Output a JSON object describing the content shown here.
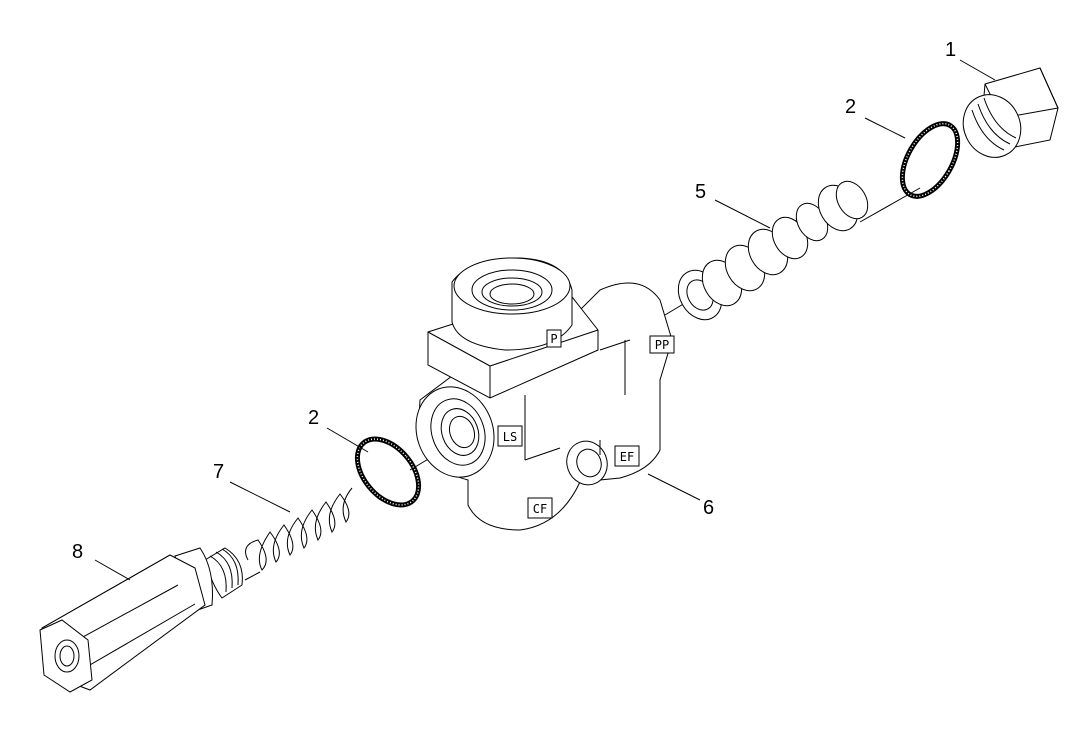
{
  "callouts": [
    {
      "id": "c1",
      "label": "1"
    },
    {
      "id": "c2a",
      "label": "2"
    },
    {
      "id": "c5",
      "label": "5"
    },
    {
      "id": "c2b",
      "label": "2"
    },
    {
      "id": "c7",
      "label": "7"
    },
    {
      "id": "c6",
      "label": "6"
    },
    {
      "id": "c8",
      "label": "8"
    }
  ],
  "ports": {
    "p": "P",
    "pp": "PP",
    "ls": "LS",
    "ef": "EF",
    "cf": "CF"
  }
}
